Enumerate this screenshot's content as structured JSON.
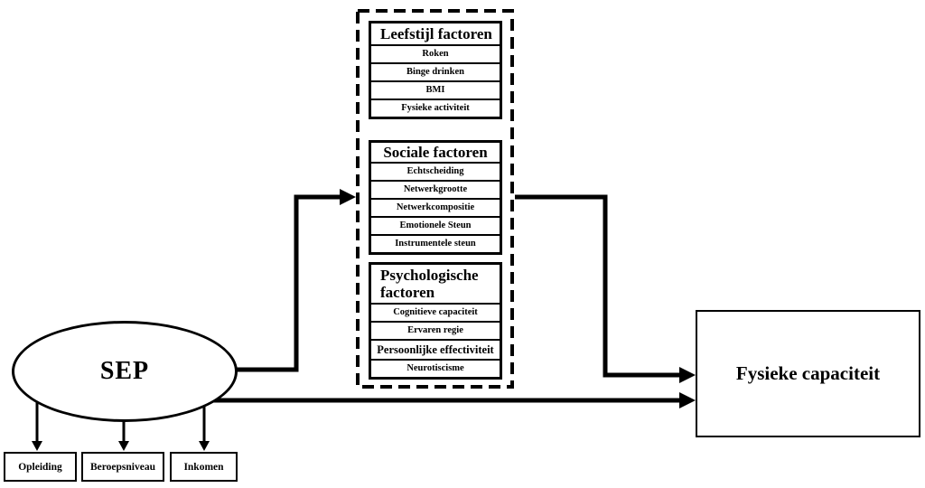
{
  "sep": {
    "label": "SEP"
  },
  "sep_indicators": {
    "items": [
      "Opleiding",
      "Beroepsniveau",
      "Inkomen"
    ]
  },
  "mediators": {
    "groups": [
      {
        "title": "Leefstijl factoren",
        "items": [
          "Roken",
          "Binge drinken",
          "BMI",
          "Fysieke activiteit"
        ]
      },
      {
        "title": "Sociale factoren",
        "items": [
          "Echtscheiding",
          "Netwerkgrootte",
          "Netwerkcompositie",
          "Emotionele Steun",
          "Instrumentele steun"
        ]
      },
      {
        "title": "Psychologische factoren",
        "items": [
          "Cognitieve capaciteit",
          "Ervaren regie",
          "Persoonlijke effectiviteit",
          "Neurotiscisme"
        ]
      }
    ]
  },
  "outcome": {
    "label": "Fysieke capaciteit"
  },
  "colors": {
    "line": "#000000",
    "background": "#ffffff",
    "text": "#000000"
  }
}
